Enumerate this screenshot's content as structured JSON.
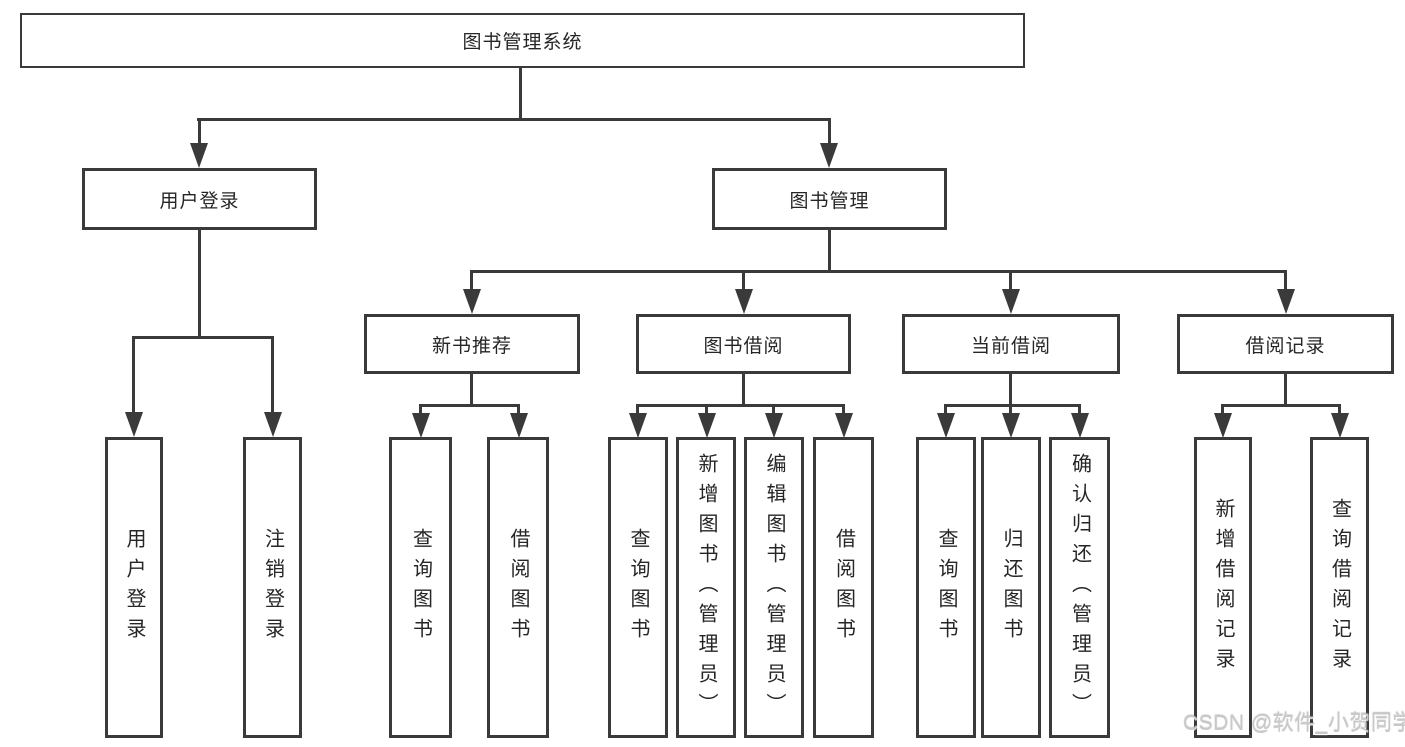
{
  "colors": {
    "line": "#3a3a3a",
    "text": "#262626",
    "background": "#ffffff",
    "watermark": "#c9c9c9"
  },
  "watermark": {
    "text": "CSDN @软件_小贺同学"
  },
  "tree": {
    "root": "图书管理系统",
    "children": [
      {
        "label": "用户登录",
        "children": [
          "用户登录",
          "注销登录"
        ]
      },
      {
        "label": "图书管理",
        "children": [
          {
            "label": "新书推荐",
            "children": [
              "查询图书",
              "借阅图书"
            ]
          },
          {
            "label": "图书借阅",
            "children": [
              "查询图书",
              "新增图书（管理员）",
              "编辑图书（管理员）",
              "借阅图书"
            ]
          },
          {
            "label": "当前借阅",
            "children": [
              "查询图书",
              "归还图书",
              "确认归还（管理员）"
            ]
          },
          {
            "label": "借阅记录",
            "children": [
              "新增借阅记录",
              "查询借阅记录"
            ]
          }
        ]
      }
    ]
  }
}
